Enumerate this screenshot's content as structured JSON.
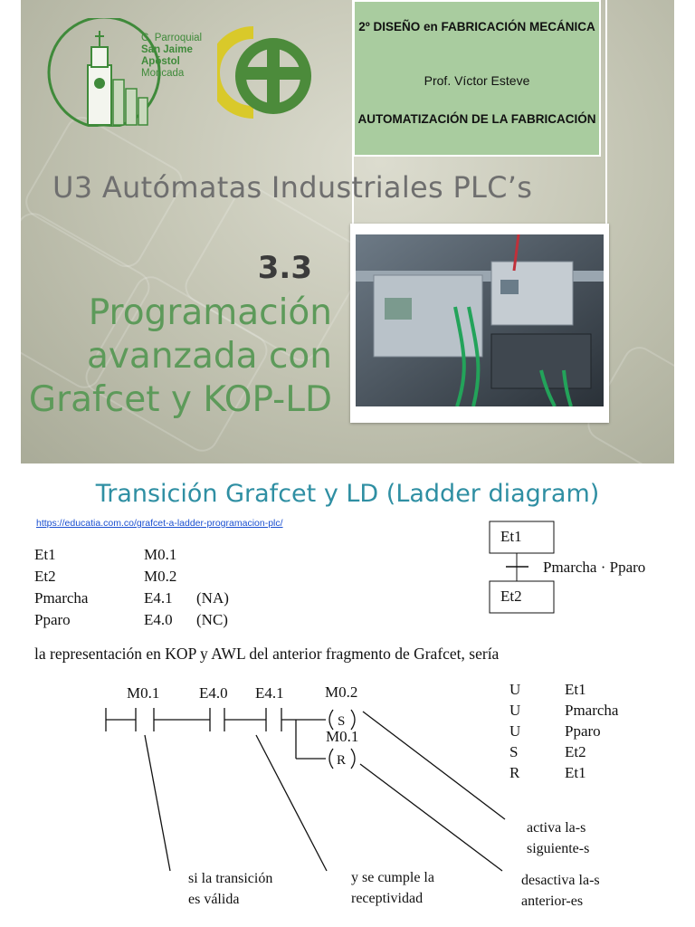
{
  "header": {
    "logo_parish": {
      "line1": "C. Parroquial",
      "line2": "San Jaime",
      "line3": "Apóstol",
      "line4": "Moncada"
    },
    "course": "2º DISEÑO en FABRICACIÓN MECÁNICA",
    "professor": "Prof. Víctor Esteve",
    "module": "AUTOMATIZACIÓN DE LA FABRICACIÓN",
    "unit_title": "U3 Autómatas Industriales PLC’s",
    "section_number": "3.3",
    "section_title_lines": [
      "Programación",
      "avanzada con",
      "Grafcet y KOP-LD"
    ],
    "colors": {
      "green": "#5d9a5a",
      "infobox": "#a9cc9f",
      "logo_yellow": "#d9c92a",
      "logo_green": "#4c8b3b"
    }
  },
  "content": {
    "heading": "Transición Grafcet y LD (Ladder diagram)",
    "link": "https://educatia.com.co/grafcet-a-ladder-programacion-plc/",
    "variables": [
      {
        "name": "Et1",
        "address": "M0.1",
        "note": ""
      },
      {
        "name": "Et2",
        "address": "M0.2",
        "note": ""
      },
      {
        "name": "Pmarcha",
        "address": "E4.1",
        "note": "(NA)"
      },
      {
        "name": "Pparo",
        "address": "E4.0",
        "note": "(NC)"
      }
    ],
    "grafcet": {
      "step1": "Et1",
      "step2": "Et2",
      "receptivity": "Pmarcha · Pparo"
    },
    "description": "la representación en KOP y AWL del anterior fragmento de Grafcet, sería",
    "ladder": {
      "contacts": [
        "M0.1",
        "E4.0",
        "E4.1"
      ],
      "coil_set_label": "M0.2",
      "coil_set": "S",
      "coil_reset_label": "M0.1",
      "coil_reset": "R"
    },
    "awl": [
      {
        "op": "U",
        "operand": "Et1"
      },
      {
        "op": "U",
        "operand": "Pmarcha"
      },
      {
        "op": "U",
        "operand": "Pparo"
      },
      {
        "op": "S",
        "operand": "Et2"
      },
      {
        "op": "R",
        "operand": "Et1"
      }
    ],
    "annotations": {
      "valid_l1": "si la  transición",
      "valid_l2": "es válida",
      "recept_l1": "y se cumple la",
      "recept_l2": "receptividad",
      "next_l1": "activa la-s",
      "next_l2": "siguiente-s",
      "prev_l1": "desactiva la-s",
      "prev_l2": "anterior-es"
    }
  }
}
